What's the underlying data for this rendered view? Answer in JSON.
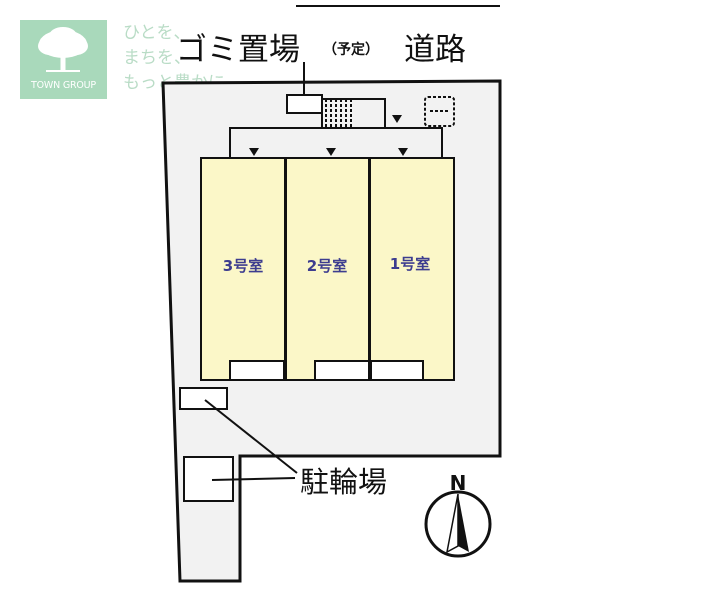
{
  "brand": {
    "logo_text": "TOWN GROUP",
    "slogan_lines": [
      "ひとを、",
      "まちを、",
      "もっと豊かに。"
    ],
    "logo_color": "#a9d9bb"
  },
  "labels": {
    "garbage": "ゴミ置場",
    "garbage_note": "（予定）",
    "road": "道路",
    "bicycle": "駐輪場",
    "north": "N"
  },
  "units": [
    {
      "name": "3号室"
    },
    {
      "name": "2号室"
    },
    {
      "name": "1号室"
    }
  ],
  "colors": {
    "lot": "#f2f2f2",
    "unit": "#fbf7c8",
    "unit_text": "#3d3d8f",
    "line": "#111111"
  }
}
